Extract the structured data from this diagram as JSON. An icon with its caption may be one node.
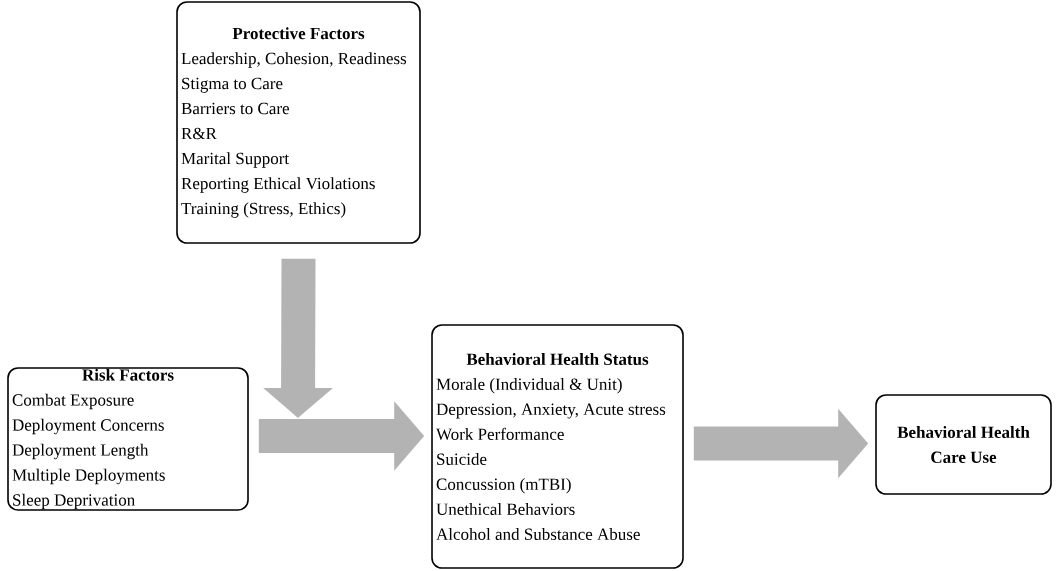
{
  "diagram": {
    "nodes": [
      {
        "text": [
          "Protective Factors",
          "Leadership, Cohesion, Readiness",
          "Stigma to Care",
          "Barriers to Care",
          "R&R",
          "Marital Support",
          "Reporting Ethical Violations",
          "Training (Stress, Ethics)"
        ]
      },
      {
        "text": [
          "Risk Factors",
          "Combat Exposure",
          "Deployment Concerns",
          "Deployment Length",
          "Multiple Deployments",
          "Sleep Deprivation"
        ]
      },
      {
        "text": [
          "Behavioral Health Status",
          "Morale (Individual & Unit)",
          "Depression, Anxiety, Acute stress",
          "Work Performance",
          "Suicide",
          "Concussion (mTBI)",
          "Unethical Behaviors",
          "Alcohol and Substance Abuse"
        ]
      },
      {
        "text": [
          "Behavioral Health Care Use"
        ]
      }
    ],
    "edges": [
      {
        "from": 0,
        "to": null,
        "arrow": "to"
      },
      {
        "from": 1,
        "to": 2,
        "arrow": "to"
      },
      {
        "from": 2,
        "to": 3,
        "arrow": "to"
      }
    ]
  }
}
